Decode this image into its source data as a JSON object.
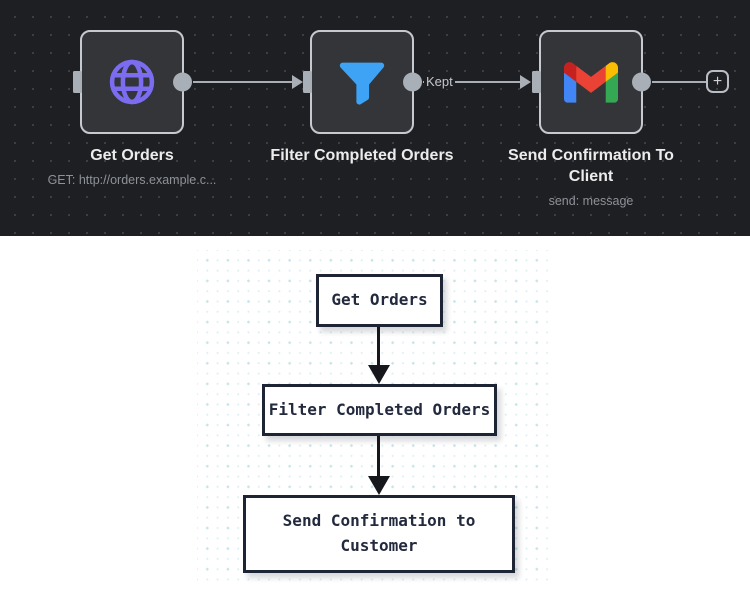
{
  "workflow": {
    "nodes": [
      {
        "title": "Get Orders",
        "subtitle": "GET: http://orders.example.c...",
        "icon": "globe-icon"
      },
      {
        "title": "Filter Completed Orders",
        "subtitle": "",
        "icon": "filter-icon"
      },
      {
        "title": "Send Confirmation To Client",
        "subtitle": "send: message",
        "icon": "gmail-icon"
      }
    ],
    "connections": [
      {
        "from": "Get Orders",
        "to": "Filter Completed Orders",
        "label": ""
      },
      {
        "from": "Filter Completed Orders",
        "to": "Send Confirmation To Client",
        "label": "Kept"
      }
    ],
    "add_node_label": "+",
    "colors": {
      "canvas_bg": "#1e1f22",
      "node_bg": "#333539",
      "node_border": "#c6c9cf",
      "connector": "#a9afb7",
      "globe_accent": "#7b6cf0",
      "filter_accent": "#3ea2f5",
      "gmail_blue": "#4285F4",
      "gmail_green": "#34A853",
      "gmail_red": "#EA4335",
      "gmail_yellow": "#FBBC04",
      "gmail_dark_red": "#C5221F",
      "title_text": "#ececec",
      "subtitle_text": "#8d9198"
    }
  },
  "flowchart": {
    "boxes": [
      {
        "label": "Get Orders"
      },
      {
        "label": "Filter Completed Orders"
      },
      {
        "label": "Send Confirmation to Customer"
      }
    ],
    "colors": {
      "bg": "#ffffff",
      "box_border": "#1d2433",
      "arrow": "#15171c",
      "grid_dot": "#c6e5e9"
    }
  }
}
